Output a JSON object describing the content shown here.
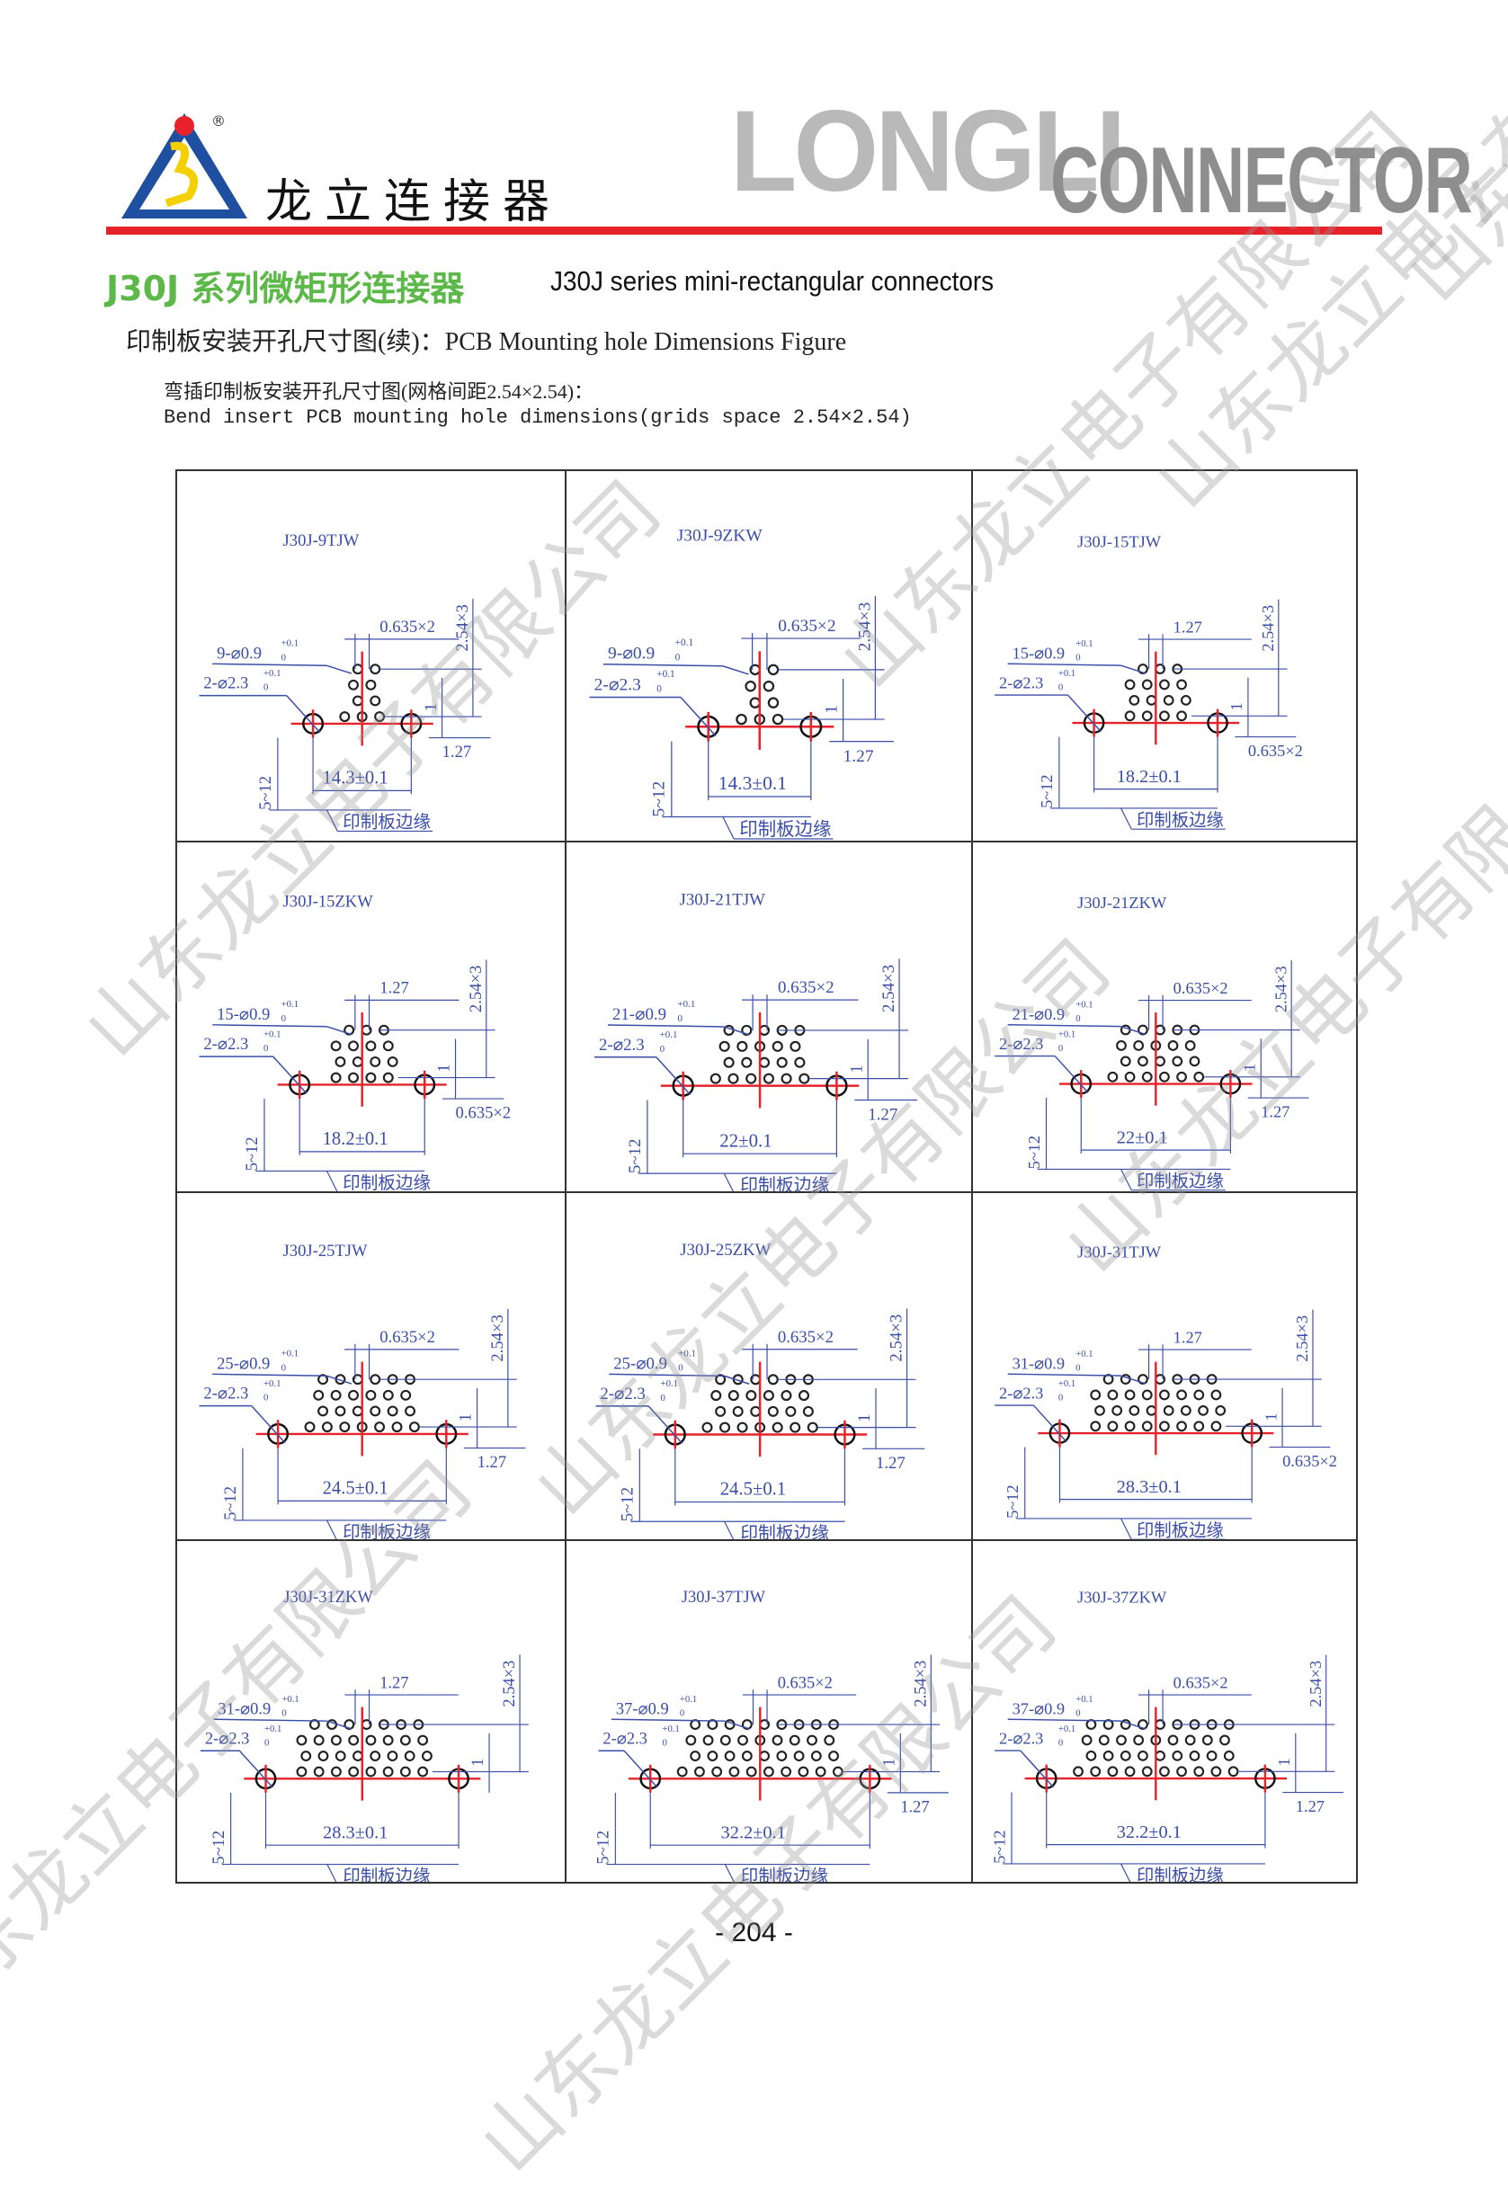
{
  "header": {
    "logo_text": "龙立连接器",
    "registered_mark": "®",
    "brand_big": "LONGLI",
    "brand_sub": "CONNECTOR"
  },
  "title": {
    "cn": "J30J 系列微矩形连接器",
    "en": "J30J series mini-rectangular connectors"
  },
  "subtitle": "印制板安装开孔尺寸图(续)：PCB Mounting hole Dimensions Figure",
  "notes": {
    "cn": "弯插印制板安装开孔尺寸图(网格间距2.54×2.54)：",
    "en": "Bend insert PCB mounting hole dimensions(grids space 2.54×2.54)"
  },
  "colors": {
    "accent_red": "#e8222a",
    "title_green": "#5cb848",
    "drawing_blue": "#3a4ea8",
    "centerline_red": "#e8222a"
  },
  "common_labels": {
    "mount_hole": "2-⌀2.3",
    "tol_plus": "+0.1",
    "tol_zero": "0",
    "row_pitch": "2.54×3",
    "one": "1",
    "edge_range": "5~12",
    "pcb_edge": "印制板边缘"
  },
  "drawings": [
    {
      "model": "J30J-9TJW",
      "pins": 9,
      "pin_hole": "9-⌀0.9",
      "top_dim": "0.635×2",
      "side_dim": "1.27",
      "span": 14.3,
      "span_label": "14.3±0.1"
    },
    {
      "model": "J30J-9ZKW",
      "pins": 9,
      "pin_hole": "9-⌀0.9",
      "top_dim": "0.635×2",
      "side_dim": "1.27",
      "span": 14.3,
      "span_label": "14.3±0.1"
    },
    {
      "model": "J30J-15TJW",
      "pins": 15,
      "pin_hole": "15-⌀0.9",
      "top_dim": "1.27",
      "side_dim": "0.635×2",
      "span": 18.2,
      "span_label": "18.2±0.1"
    },
    {
      "model": "J30J-15ZKW",
      "pins": 15,
      "pin_hole": "15-⌀0.9",
      "top_dim": "1.27",
      "side_dim": "0.635×2",
      "span": 18.2,
      "span_label": "18.2±0.1"
    },
    {
      "model": "J30J-21TJW",
      "pins": 21,
      "pin_hole": "21-⌀0.9",
      "top_dim": "0.635×2",
      "side_dim": "1.27",
      "span": 22,
      "span_label": "22±0.1"
    },
    {
      "model": "J30J-21ZKW",
      "pins": 21,
      "pin_hole": "21-⌀0.9",
      "top_dim": "0.635×2",
      "side_dim": "1.27",
      "span": 22,
      "span_label": "22±0.1"
    },
    {
      "model": "J30J-25TJW",
      "pins": 25,
      "pin_hole": "25-⌀0.9",
      "top_dim": "0.635×2",
      "side_dim": "1.27",
      "span": 24.5,
      "span_label": "24.5±0.1"
    },
    {
      "model": "J30J-25ZKW",
      "pins": 25,
      "pin_hole": "25-⌀0.9",
      "top_dim": "0.635×2",
      "side_dim": "1.27",
      "span": 24.5,
      "span_label": "24.5±0.1"
    },
    {
      "model": "J30J-31TJW",
      "pins": 31,
      "pin_hole": "31-⌀0.9",
      "top_dim": "1.27",
      "side_dim": "0.635×2",
      "span": 28.3,
      "span_label": "28.3±0.1"
    },
    {
      "model": "J30J-31ZKW",
      "pins": 31,
      "pin_hole": "31-⌀0.9",
      "top_dim": "1.27",
      "side_dim": "",
      "span": 28.3,
      "span_label": "28.3±0.1"
    },
    {
      "model": "J30J-37TJW",
      "pins": 37,
      "pin_hole": "37-⌀0.9",
      "top_dim": "0.635×2",
      "side_dim": "1.27",
      "span": 32.2,
      "span_label": "32.2±0.1"
    },
    {
      "model": "J30J-37ZKW",
      "pins": 37,
      "pin_hole": "37-⌀0.9",
      "top_dim": "0.635×2",
      "side_dim": "1.27",
      "span": 32.2,
      "span_label": "32.2±0.1"
    }
  ],
  "watermark": "山东龙立电子有限公司",
  "page_number": "- 204 -"
}
